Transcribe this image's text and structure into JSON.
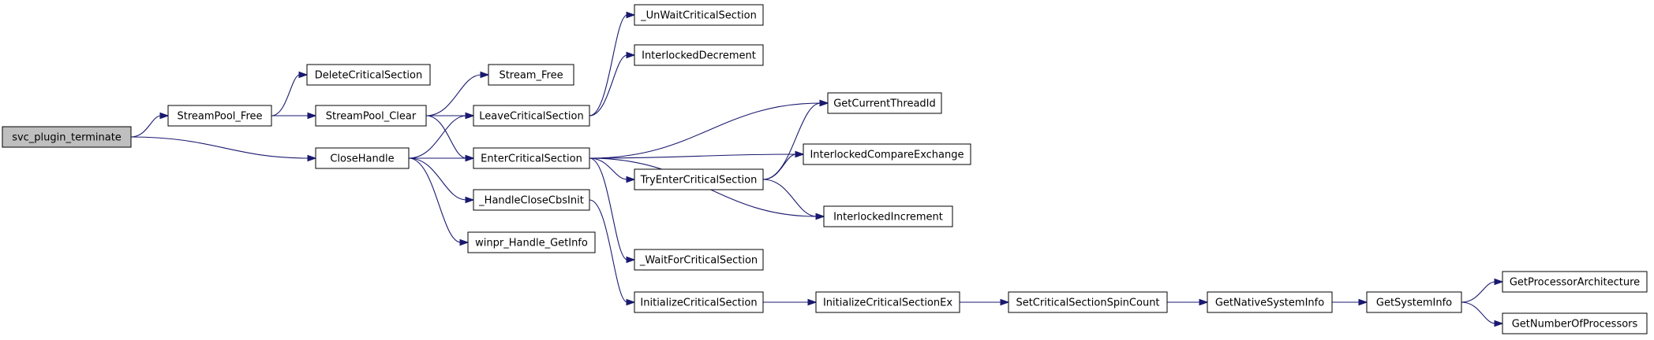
{
  "diagram": {
    "type": "call-graph",
    "colors": {
      "edge": "#191970",
      "root_fill": "#bfbfbf",
      "node_fill": "#ffffff",
      "border": "#000000"
    },
    "nodes": [
      {
        "id": "svc_plugin_terminate",
        "label": "svc_plugin_terminate",
        "root": true
      },
      {
        "id": "StreamPool_Free",
        "label": "StreamPool_Free"
      },
      {
        "id": "CloseHandle",
        "label": "CloseHandle"
      },
      {
        "id": "DeleteCriticalSection",
        "label": "DeleteCriticalSection"
      },
      {
        "id": "StreamPool_Clear",
        "label": "StreamPool_Clear"
      },
      {
        "id": "Stream_Free",
        "label": "Stream_Free"
      },
      {
        "id": "LeaveCriticalSection",
        "label": "LeaveCriticalSection"
      },
      {
        "id": "EnterCriticalSection",
        "label": "EnterCriticalSection"
      },
      {
        "id": "_HandleCloseCbsInit",
        "label": "_HandleCloseCbsInit"
      },
      {
        "id": "winpr_Handle_GetInfo",
        "label": "winpr_Handle_GetInfo"
      },
      {
        "id": "_UnWaitCriticalSection",
        "label": "_UnWaitCriticalSection"
      },
      {
        "id": "InterlockedDecrement",
        "label": "InterlockedDecrement"
      },
      {
        "id": "TryEnterCriticalSection",
        "label": "TryEnterCriticalSection"
      },
      {
        "id": "_WaitForCriticalSection",
        "label": "_WaitForCriticalSection"
      },
      {
        "id": "InitializeCriticalSection",
        "label": "InitializeCriticalSection"
      },
      {
        "id": "GetCurrentThreadId",
        "label": "GetCurrentThreadId"
      },
      {
        "id": "InterlockedCompareExchange",
        "label": "InterlockedCompareExchange"
      },
      {
        "id": "InterlockedIncrement",
        "label": "InterlockedIncrement"
      },
      {
        "id": "InitializeCriticalSectionEx",
        "label": "InitializeCriticalSectionEx"
      },
      {
        "id": "SetCriticalSectionSpinCount",
        "label": "SetCriticalSectionSpinCount"
      },
      {
        "id": "GetNativeSystemInfo",
        "label": "GetNativeSystemInfo"
      },
      {
        "id": "GetSystemInfo",
        "label": "GetSystemInfo"
      },
      {
        "id": "GetProcessorArchitecture",
        "label": "GetProcessorArchitecture"
      },
      {
        "id": "GetNumberOfProcessors",
        "label": "GetNumberOfProcessors"
      }
    ],
    "edges": [
      {
        "from": "svc_plugin_terminate",
        "to": "StreamPool_Free"
      },
      {
        "from": "svc_plugin_terminate",
        "to": "CloseHandle"
      },
      {
        "from": "StreamPool_Free",
        "to": "DeleteCriticalSection"
      },
      {
        "from": "StreamPool_Free",
        "to": "StreamPool_Clear"
      },
      {
        "from": "StreamPool_Clear",
        "to": "Stream_Free"
      },
      {
        "from": "StreamPool_Clear",
        "to": "LeaveCriticalSection"
      },
      {
        "from": "StreamPool_Clear",
        "to": "EnterCriticalSection"
      },
      {
        "from": "CloseHandle",
        "to": "LeaveCriticalSection"
      },
      {
        "from": "CloseHandle",
        "to": "EnterCriticalSection"
      },
      {
        "from": "CloseHandle",
        "to": "_HandleCloseCbsInit"
      },
      {
        "from": "CloseHandle",
        "to": "winpr_Handle_GetInfo"
      },
      {
        "from": "LeaveCriticalSection",
        "to": "_UnWaitCriticalSection"
      },
      {
        "from": "LeaveCriticalSection",
        "to": "InterlockedDecrement"
      },
      {
        "from": "EnterCriticalSection",
        "to": "GetCurrentThreadId"
      },
      {
        "from": "EnterCriticalSection",
        "to": "InterlockedCompareExchange"
      },
      {
        "from": "EnterCriticalSection",
        "to": "TryEnterCriticalSection"
      },
      {
        "from": "EnterCriticalSection",
        "to": "InterlockedIncrement"
      },
      {
        "from": "EnterCriticalSection",
        "to": "_WaitForCriticalSection"
      },
      {
        "from": "TryEnterCriticalSection",
        "to": "GetCurrentThreadId"
      },
      {
        "from": "TryEnterCriticalSection",
        "to": "InterlockedCompareExchange"
      },
      {
        "from": "TryEnterCriticalSection",
        "to": "InterlockedIncrement"
      },
      {
        "from": "_HandleCloseCbsInit",
        "to": "InitializeCriticalSection"
      },
      {
        "from": "InitializeCriticalSection",
        "to": "InitializeCriticalSectionEx"
      },
      {
        "from": "InitializeCriticalSectionEx",
        "to": "SetCriticalSectionSpinCount"
      },
      {
        "from": "SetCriticalSectionSpinCount",
        "to": "GetNativeSystemInfo"
      },
      {
        "from": "GetNativeSystemInfo",
        "to": "GetSystemInfo"
      },
      {
        "from": "GetSystemInfo",
        "to": "GetProcessorArchitecture"
      },
      {
        "from": "GetSystemInfo",
        "to": "GetNumberOfProcessors"
      }
    ]
  }
}
